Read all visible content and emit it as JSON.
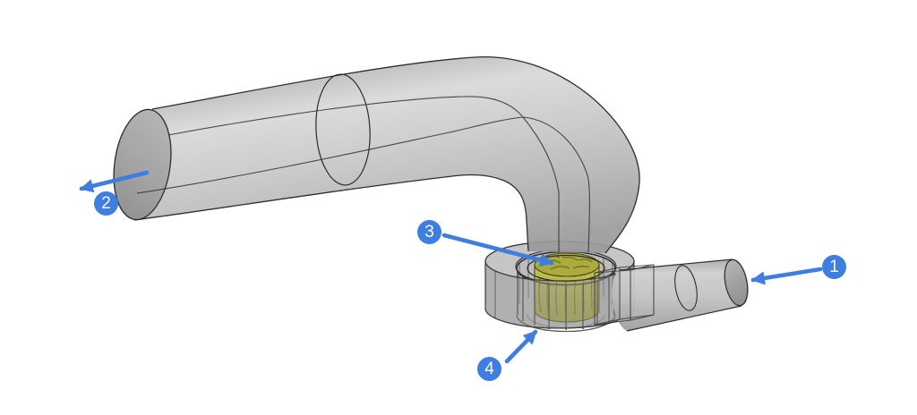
{
  "figure": {
    "type": "annotated-3d-geometry",
    "annotations": [
      {
        "label": "1"
      },
      {
        "label": "2"
      },
      {
        "label": "3"
      },
      {
        "label": "4"
      }
    ]
  },
  "colors": {
    "accent": "#3e7de2",
    "background": "#ffffff",
    "pipe-gray": "#c6c6c6",
    "impeller-yellow": "#b9b94b",
    "edge-line": "#2e2e2e"
  }
}
